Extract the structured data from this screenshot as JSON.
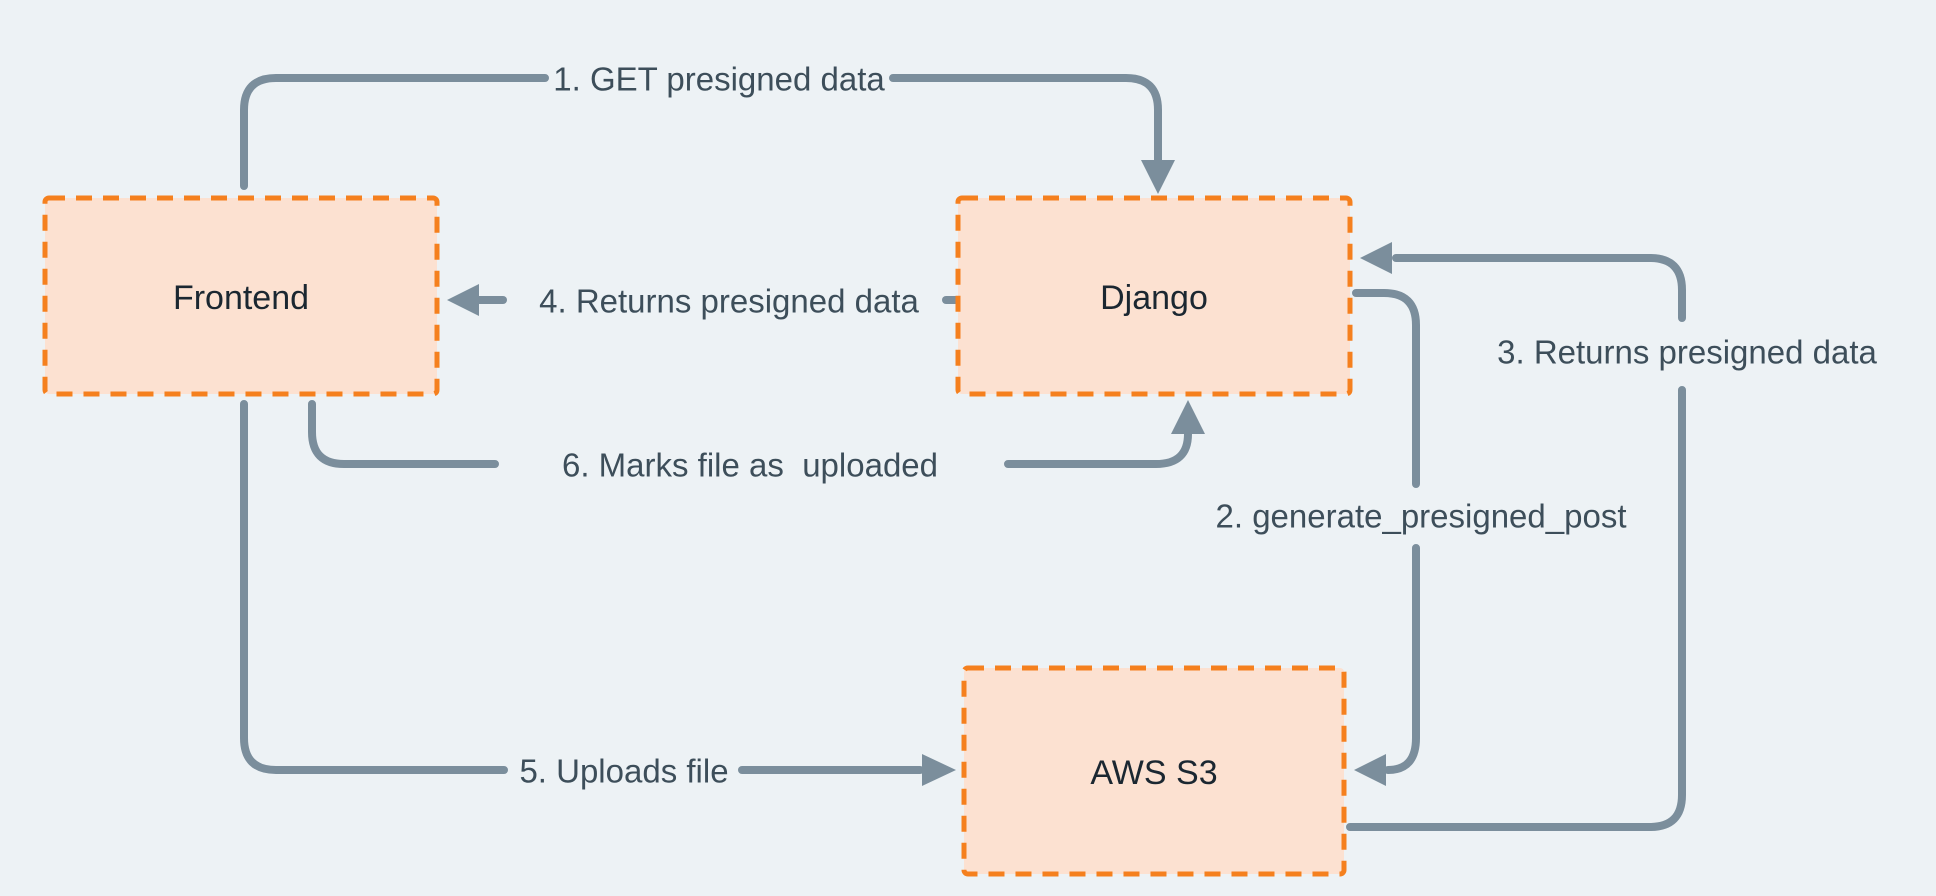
{
  "diagram": {
    "type": "flow-diagram",
    "background_color": "#edf2f5",
    "colors": {
      "node_fill": "#fce1d1",
      "node_border": "#f5801e",
      "arrow": "#7b8e9c",
      "edge_label_text": "#3d4e5a",
      "node_label_text": "#1b2731"
    },
    "nodes": [
      {
        "label": "Frontend"
      },
      {
        "label": "Django"
      },
      {
        "label": "AWS S3"
      }
    ],
    "edges": [
      {
        "label": "1. GET presigned data",
        "from": "Frontend",
        "to": "Django"
      },
      {
        "label": "2. generate_presigned_post",
        "from": "Django",
        "to": "AWS S3"
      },
      {
        "label": "3. Returns presigned data",
        "from": "AWS S3",
        "to": "Django"
      },
      {
        "label": "4. Returns presigned data",
        "from": "Django",
        "to": "Frontend"
      },
      {
        "label": "5. Uploads file",
        "from": "Frontend",
        "to": "AWS S3"
      },
      {
        "label": "6. Marks file as  uploaded",
        "from": "Frontend",
        "to": "Django"
      }
    ]
  }
}
